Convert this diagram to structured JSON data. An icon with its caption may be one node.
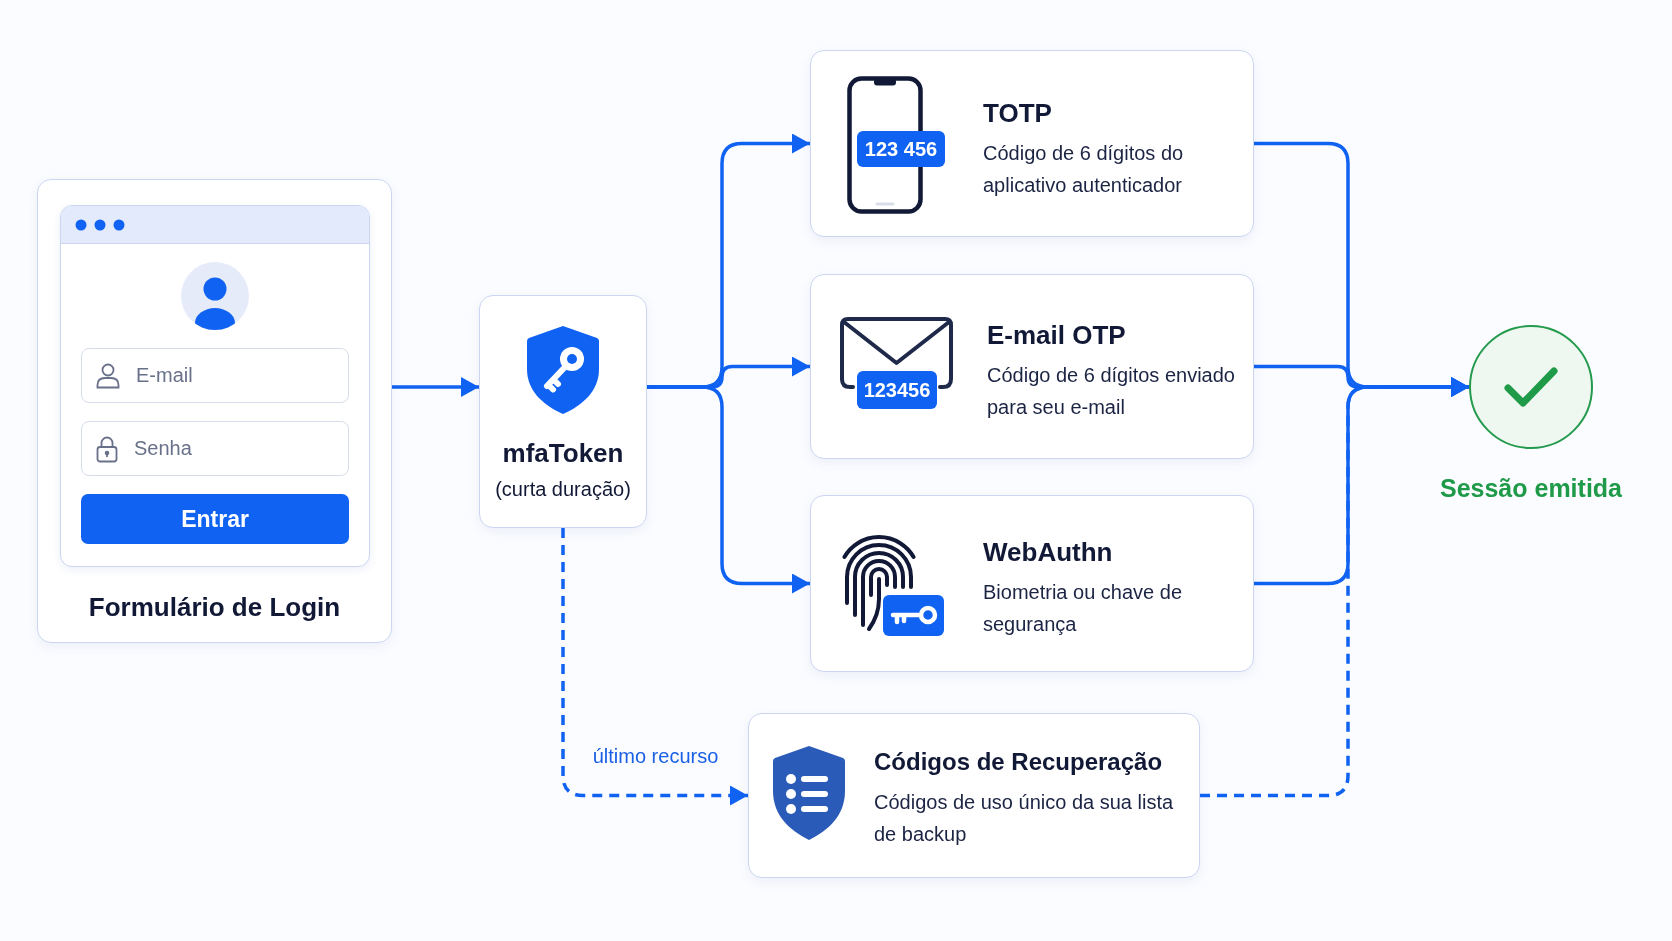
{
  "diagram": {
    "nodes": [
      {
        "text": [
          "Formulário de Login"
        ]
      },
      {
        "text": [
          "E-mail",
          "Senha",
          "Entrar"
        ],
        "in": 0
      },
      {
        "text": [
          "mfaToken",
          "(curta duração)"
        ]
      },
      {
        "text": [
          "123 456",
          "TOTP",
          "Código de 6 dígitos do aplicativo autenticador"
        ]
      },
      {
        "text": [
          "123456",
          "E-mail OTP",
          "Código de 6 dígitos enviado para seu e-mail"
        ]
      },
      {
        "text": [
          "WebAuthn",
          "Biometria ou chave de segurança"
        ]
      },
      {
        "text": [
          "Códigos de Recuperação",
          "Códigos de uso único da sua lista de backup"
        ]
      },
      {
        "text": [],
        "shape": "circle",
        "beside": [
          "Sessão emitida"
        ]
      }
    ],
    "edges": [
      {
        "from": 0,
        "to": 2,
        "arrow": "to"
      },
      {
        "from": 2,
        "to": 3,
        "arrow": "to"
      },
      {
        "from": 2,
        "to": 4,
        "arrow": "to"
      },
      {
        "from": 2,
        "to": 5,
        "arrow": "to"
      },
      {
        "from": 2,
        "to": 6,
        "arrow": "to",
        "label": "último recurso",
        "style": "dashed"
      },
      {
        "from": 3,
        "to": 7,
        "arrow": "to"
      },
      {
        "from": 4,
        "to": 7,
        "arrow": "to"
      },
      {
        "from": 5,
        "to": 7,
        "arrow": "to"
      },
      {
        "from": 6,
        "to": 7,
        "arrow": "to",
        "style": "dashed"
      }
    ]
  }
}
